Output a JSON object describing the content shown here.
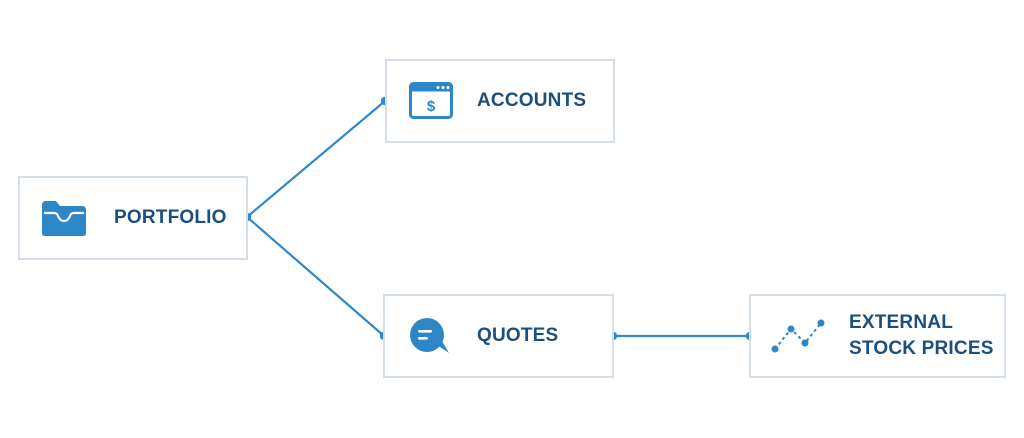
{
  "nodes": {
    "portfolio": {
      "label": "PORTFOLIO",
      "icon": "folder-icon"
    },
    "accounts": {
      "label": "ACCOUNTS",
      "icon": "browser-dollar-icon"
    },
    "quotes": {
      "label": "QUOTES",
      "icon": "chat-bubble-icon"
    },
    "external": {
      "label": "EXTERNAL\nSTOCK PRICES",
      "icon": "line-chart-icon"
    }
  },
  "edges": [
    {
      "from": "portfolio",
      "to": "accounts"
    },
    {
      "from": "portfolio",
      "to": "quotes"
    },
    {
      "from": "quotes",
      "to": "external"
    }
  ],
  "colors": {
    "line": "#2f88c9",
    "icon": "#2d87c7",
    "text": "#1b4f7e",
    "border": "#d3dee9"
  }
}
